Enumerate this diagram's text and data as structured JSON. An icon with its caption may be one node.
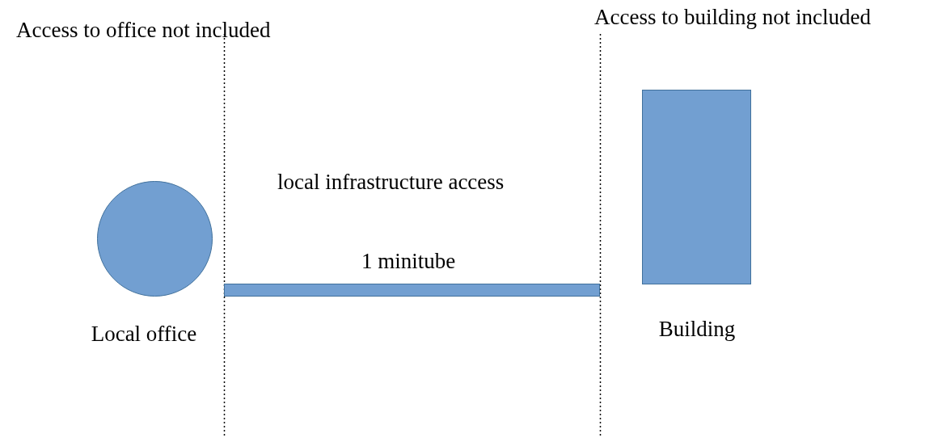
{
  "diagram": {
    "nodes": [
      {
        "text": [],
        "shape": "circle",
        "beside": [
          "Local office"
        ]
      },
      {
        "text": [],
        "shape": "bar",
        "beside": [
          "1 minitube"
        ]
      },
      {
        "text": [],
        "shape": "box",
        "beside": [
          "Building"
        ]
      }
    ],
    "labels": [
      "Access to office not included",
      "Access to building not included",
      "local infrastructure access"
    ]
  }
}
